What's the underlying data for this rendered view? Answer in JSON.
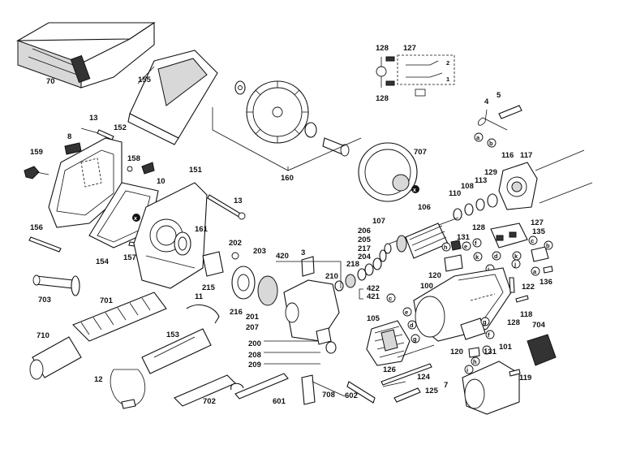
{
  "labels": {
    "l70": "70",
    "l155": "155",
    "l13a": "13",
    "l152": "152",
    "l8": "8",
    "l159": "159",
    "l158": "158",
    "l10": "10",
    "l151": "151",
    "l13b": "13",
    "l156": "156",
    "l154": "154",
    "l157": "157",
    "l161": "161",
    "l160": "160",
    "l128a": "128",
    "l127a": "127",
    "l128b": "128",
    "l1": "1",
    "l2": "2",
    "l4": "4",
    "l5": "5",
    "l707": "707",
    "l116": "116",
    "l117": "117",
    "l129": "129",
    "l113": "113",
    "l108": "108",
    "l110": "110",
    "l106": "106",
    "l107": "107",
    "l206": "206",
    "l205": "205",
    "l217": "217",
    "l204": "204",
    "l218": "218",
    "l131a": "131",
    "l128c": "128",
    "l127b": "127",
    "l135": "135",
    "l120a": "120",
    "l100": "100",
    "l210": "210",
    "l422": "422",
    "l421": "421",
    "l122": "122",
    "l136": "136",
    "l118": "118",
    "l703": "703",
    "l701": "701",
    "l202": "202",
    "l203": "203",
    "l420": "420",
    "l3": "3",
    "l215": "215",
    "l11": "11",
    "l216": "216",
    "l201": "201",
    "l207": "207",
    "l200": "200",
    "l208": "208",
    "l209": "209",
    "l710": "710",
    "l153": "153",
    "l105": "105",
    "l126": "126",
    "l124": "124",
    "l7": "7",
    "l125": "125",
    "l128d": "128",
    "l704": "704",
    "l120b": "120",
    "l131b": "131",
    "l101": "101",
    "l119": "119",
    "l12": "12",
    "l702": "702",
    "l601": "601",
    "l708": "708",
    "l602": "602"
  },
  "letters": {
    "a1": "a",
    "b1": "b",
    "a2": "a",
    "b2": "b",
    "c1": "c",
    "h1": "h",
    "e1": "e",
    "f1": "f",
    "k1": "k",
    "d1": "d",
    "j1": "j",
    "a3": "a",
    "e2": "e",
    "c2": "c",
    "d2": "d",
    "g1": "g",
    "g2": "g",
    "f2": "f",
    "i1": "i",
    "h2": "h",
    "i2": "i",
    "x1": "x",
    "x2": "x"
  },
  "legend_labels": {
    "blade": "160"
  }
}
